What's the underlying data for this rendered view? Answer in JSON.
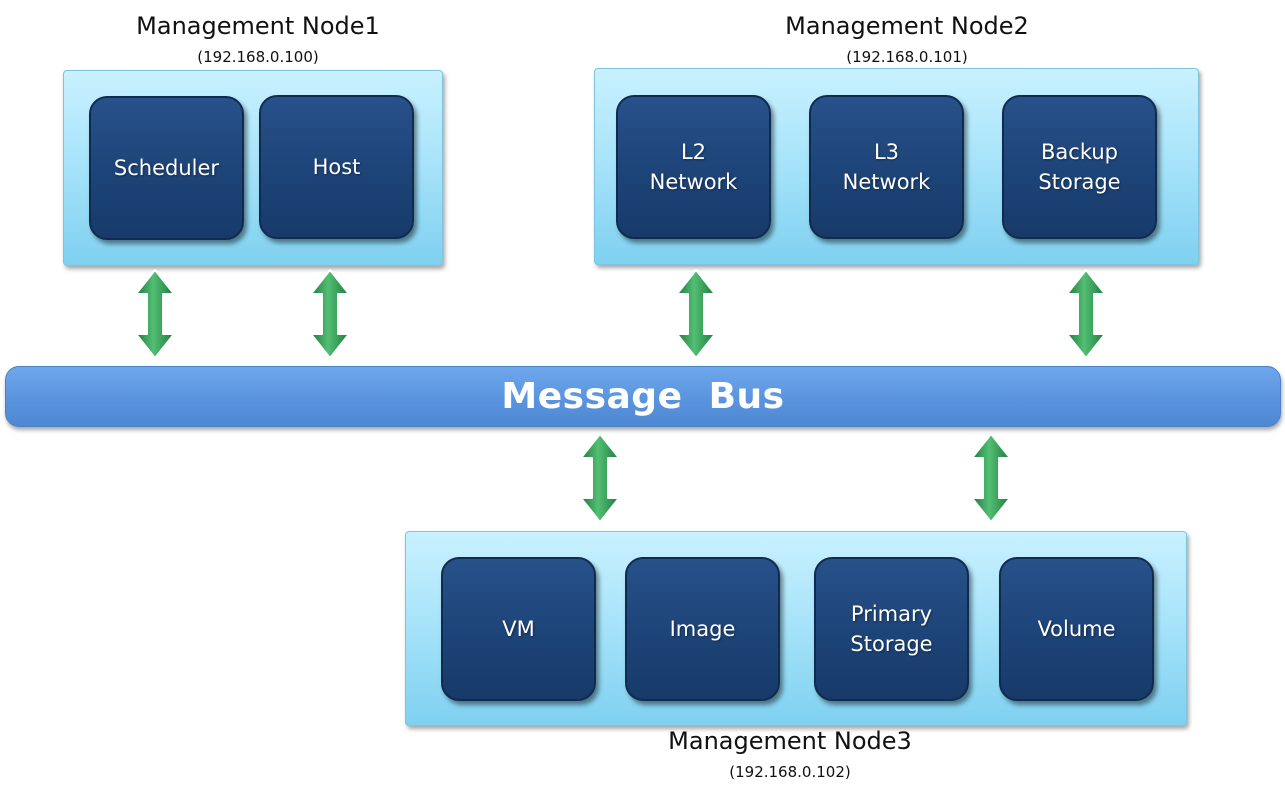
{
  "colors": {
    "panel": "#a9e4fa",
    "service_box": "#1d4478",
    "bus": "#5a94de",
    "arrow": "#2f9a52"
  },
  "nodes": [
    {
      "title": "Management Node1",
      "ip": "(192.168.0.100)",
      "services": [
        {
          "label": "Scheduler"
        },
        {
          "label": "Host"
        }
      ]
    },
    {
      "title": "Management Node2",
      "ip": "(192.168.0.101)",
      "services": [
        {
          "label": "L2\nNetwork"
        },
        {
          "label": "L3\nNetwork"
        },
        {
          "label": "Backup\nStorage"
        }
      ]
    },
    {
      "title": "Management Node3",
      "ip": "(192.168.0.102)",
      "services": [
        {
          "label": "VM"
        },
        {
          "label": "Image"
        },
        {
          "label": "Primary\nStorage"
        },
        {
          "label": "Volume"
        }
      ]
    }
  ],
  "bus": {
    "label": "Message  Bus"
  },
  "icons": {
    "connector": "double-headed-arrow-icon"
  }
}
